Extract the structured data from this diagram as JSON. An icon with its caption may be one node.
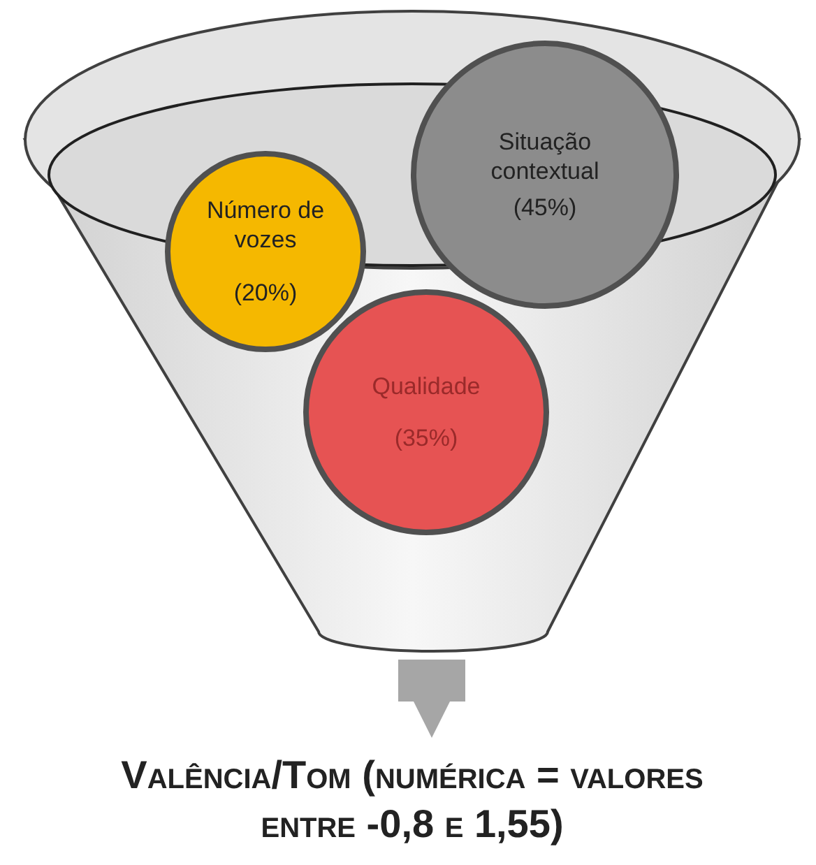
{
  "diagram": {
    "nodes": [
      {
        "text": [],
        "shape": "funnel"
      },
      {
        "text": [
          "Número de vozes",
          "(20%)"
        ],
        "in": 0
      },
      {
        "text": [
          "Situação contextual",
          "(45%)"
        ]
      },
      {
        "text": [
          "Qualidade",
          "(35%)"
        ],
        "in": 0
      },
      {
        "text": [
          "Valência/Tom (numérica = valores entre -0,8 e 1,55)"
        ]
      }
    ],
    "edges": [
      {
        "from": 0,
        "to": 4,
        "arrow": "to"
      }
    ]
  }
}
